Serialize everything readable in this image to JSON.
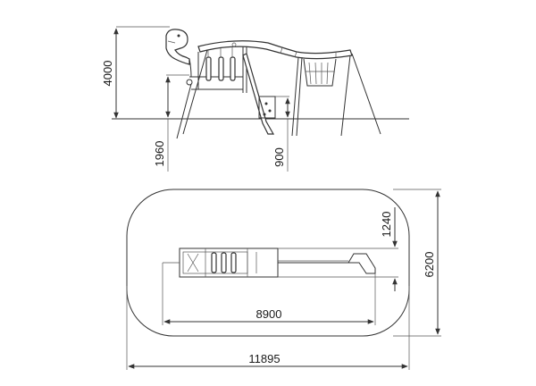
{
  "drawing": {
    "elevation": {
      "dimensions": {
        "total_height": "4000",
        "platform_height": "1960",
        "slide_exit_height": "900"
      }
    },
    "plan": {
      "dimensions": {
        "equipment_width": "1240",
        "safety_zone_width": "6200",
        "equipment_length": "8900",
        "safety_zone_length": "11895"
      }
    }
  }
}
